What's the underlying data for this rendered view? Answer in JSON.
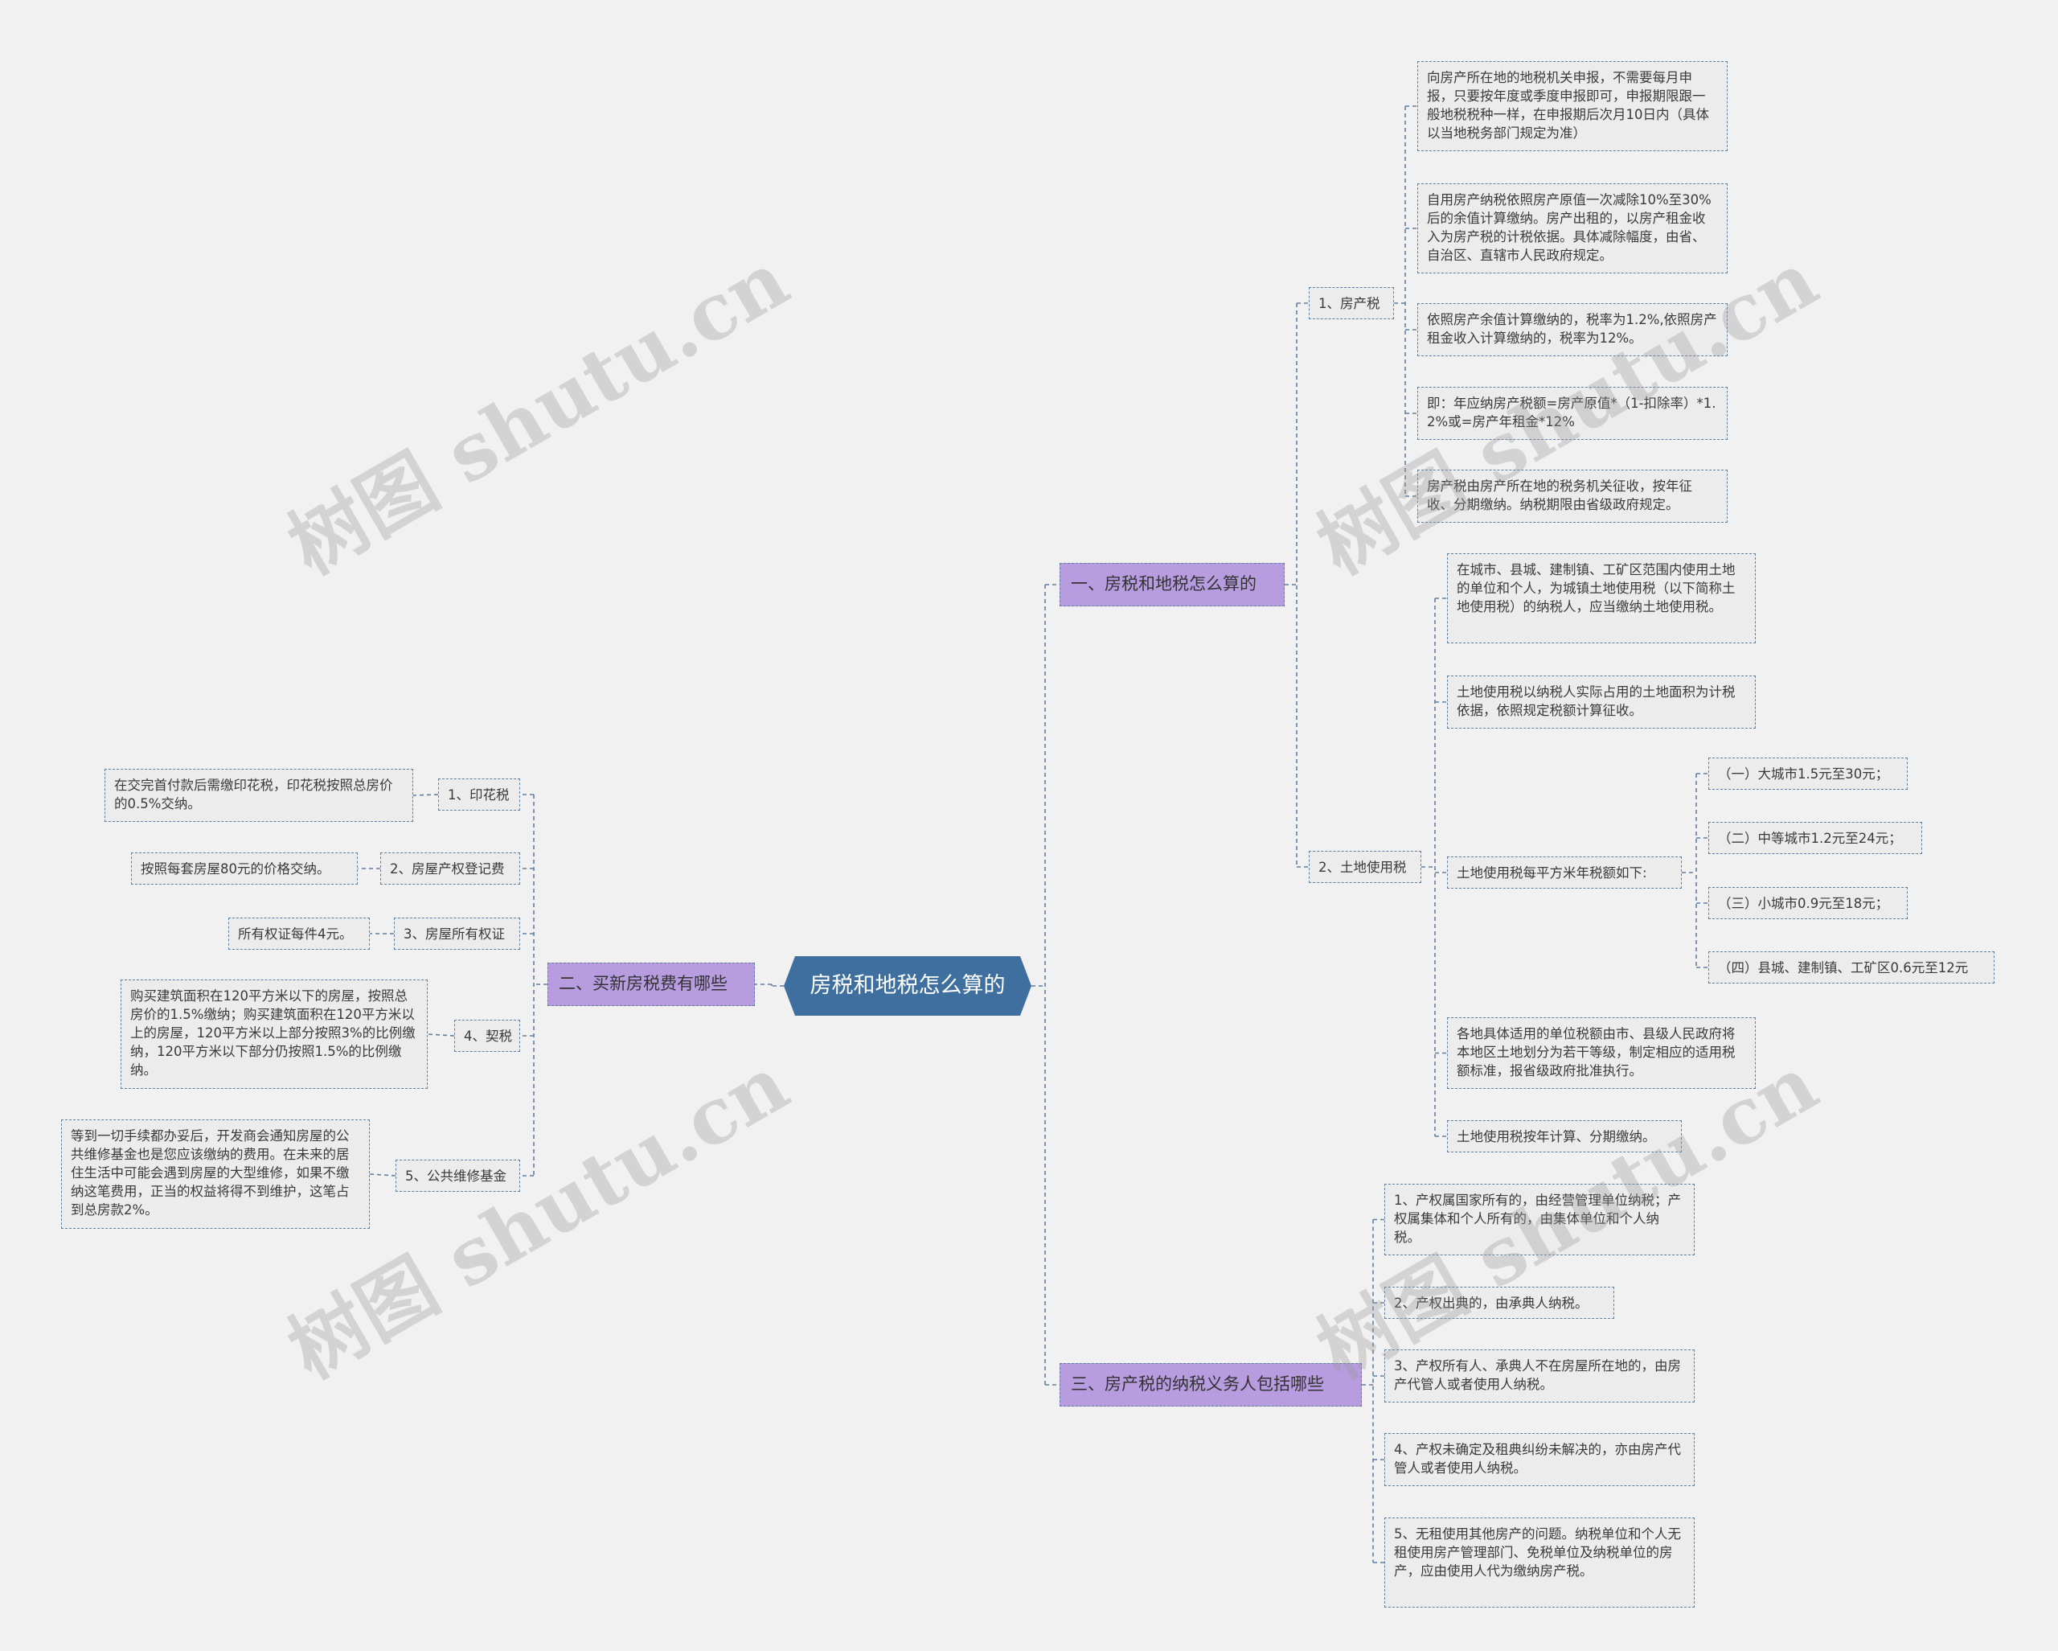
{
  "root": "房税和地税怎么算的",
  "watermark": "树图 shutu.cn",
  "colors": {
    "background": "#f1f1f1",
    "root_fill": "#3e6f9e",
    "category_fill": "#b79de0",
    "leaf_fill": "#ececec",
    "line": "#5f7f9f"
  },
  "sec1": {
    "title": "一、房税和地税怎么算的",
    "house": {
      "label": "1、房产税",
      "items": [
        "向房产所在地的地税机关申报，不需要每月申报，只要按年度或季度申报即可，申报期限跟一般地税税种一样，在申报期后次月10日内（具体以当地税务部门规定为准）",
        "自用房产纳税依照房产原值一次减除10%至30%后的余值计算缴纳。房产出租的，以房产租金收入为房产税的计税依据。具体减除幅度，由省、自治区、直辖市人民政府规定。",
        "依照房产余值计算缴纳的，税率为1.2%,依照房产租金收入计算缴纳的，税率为12%。",
        "即：年应纳房产税额=房产原值*（1-扣除率）*1.2%或=房产年租金*12%",
        "房产税由房产所在地的税务机关征收，按年征收、分期缴纳。纳税期限由省级政府规定。"
      ]
    },
    "land": {
      "label": "2、土地使用税",
      "items": [
        "在城市、县城、建制镇、工矿区范围内使用土地的单位和个人，为城镇土地使用税（以下简称土地使用税）的纳税人，应当缴纳土地使用税。",
        "土地使用税以纳税人实际占用的土地面积为计税依据，依照规定税额计算征收。",
        "土地使用税每平方米年税额如下:",
        "各地具体适用的单位税额由市、县级人民政府将本地区土地划分为若干等级，制定相应的适用税额标准，报省级政府批准执行。",
        "土地使用税按年计算、分期缴纳。"
      ],
      "rates": [
        "（一）大城市1.5元至30元；",
        "（二）中等城市1.2元至24元；",
        "（三）小城市0.9元至18元；",
        "（四）县城、建制镇、工矿区0.6元至12元"
      ]
    }
  },
  "sec2": {
    "title": "二、买新房税费有哪些",
    "items": [
      {
        "label": "1、印花税",
        "text": "在交完首付款后需缴印花税，印花税按照总房价的0.5%交纳。"
      },
      {
        "label": "2、房屋产权登记费",
        "text": "按照每套房屋80元的价格交纳。"
      },
      {
        "label": "3、房屋所有权证",
        "text": "所有权证每件4元。"
      },
      {
        "label": "4、契税",
        "text": "购买建筑面积在120平方米以下的房屋，按照总房价的1.5%缴纳；购买建筑面积在120平方米以上的房屋，120平方米以上部分按照3%的比例缴纳，120平方米以下部分仍按照1.5%的比例缴纳。"
      },
      {
        "label": "5、公共维修基金",
        "text": "等到一切手续都办妥后，开发商会通知房屋的公共维修基金也是您应该缴纳的费用。在未来的居住生活中可能会遇到房屋的大型维修，如果不缴纳这笔费用，正当的权益将得不到维护，这笔占到总房款2%。"
      }
    ]
  },
  "sec3": {
    "title": "三、房产税的纳税义务人包括哪些",
    "items": [
      "1、产权属国家所有的，由经营管理单位纳税；产权属集体和个人所有的，由集体单位和个人纳税。",
      "2、产权出典的，由承典人纳税。",
      "3、产权所有人、承典人不在房屋所在地的，由房产代管人或者使用人纳税。",
      "4、产权未确定及租典纠纷未解决的，亦由房产代管人或者使用人纳税。",
      "5、无租使用其他房产的问题。纳税单位和个人无租使用房产管理部门、免税单位及纳税单位的房产，应由使用人代为缴纳房产税。"
    ]
  }
}
